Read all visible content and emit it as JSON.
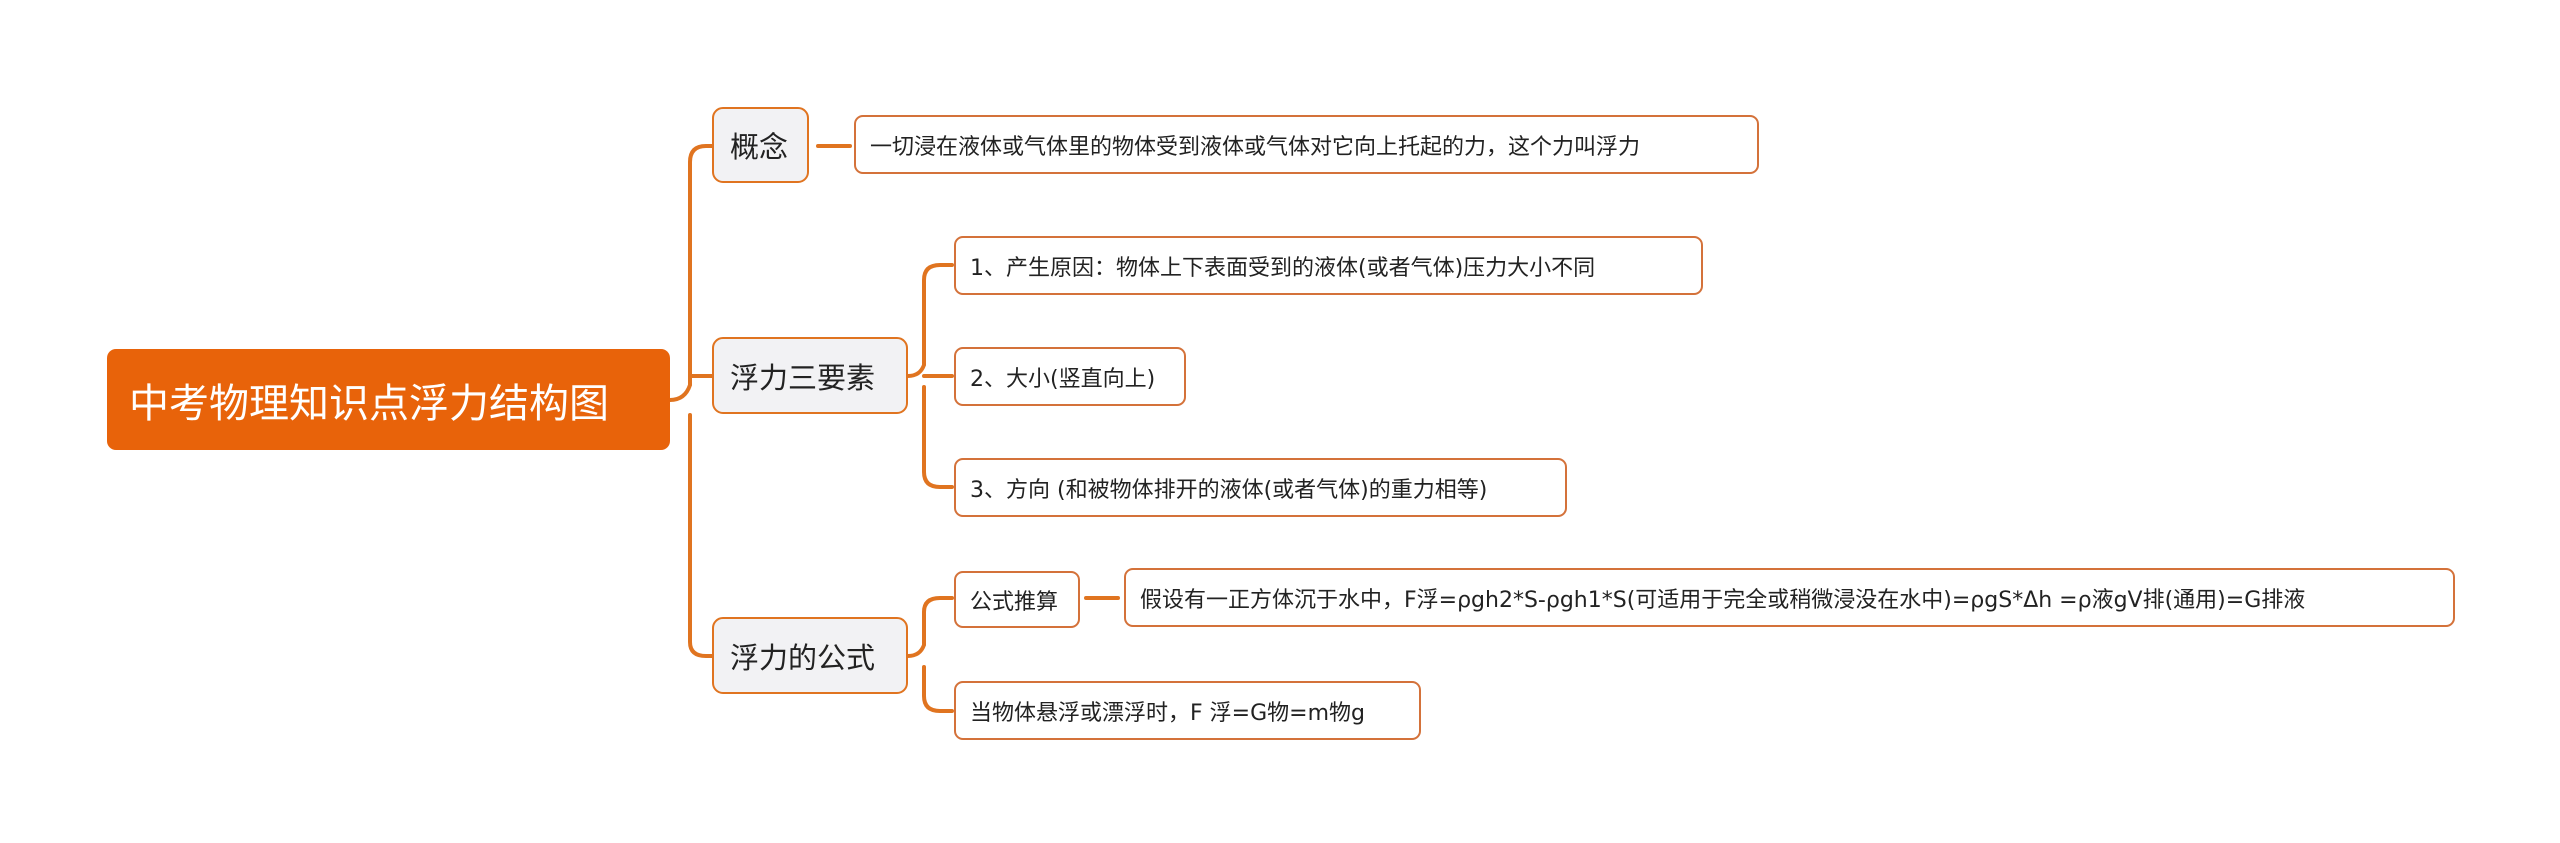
{
  "root": {
    "title": "中考物理知识点浮力结构图"
  },
  "colors": {
    "accent": "#e8630a",
    "branch_fill": "#f2f2f4",
    "line": "#e07420"
  },
  "branches": [
    {
      "label": "概念",
      "leaves": [
        "一切浸在液体或气体里的物体受到液体或气体对它向上托起的力，这个力叫浮力"
      ]
    },
    {
      "label": "浮力三要素",
      "leaves": [
        "1、产生原因：物体上下表面受到的液体(或者气体)压力大小不同",
        "2、大小(竖直向上)",
        "3、方向 (和被物体排开的液体(或者气体)的重力相等)"
      ]
    },
    {
      "label": "浮力的公式",
      "sub": {
        "label": "公式推算",
        "leaf": "假设有一正方体沉于水中，F浮=ρgh2*S-ρgh1*S(可适用于完全或稍微浸没在水中)=ρgS*Δh =ρ液gV排(通用)=G排液"
      },
      "leaves": [
        "当物体悬浮或漂浮时，F 浮=G物=m物g"
      ]
    }
  ]
}
